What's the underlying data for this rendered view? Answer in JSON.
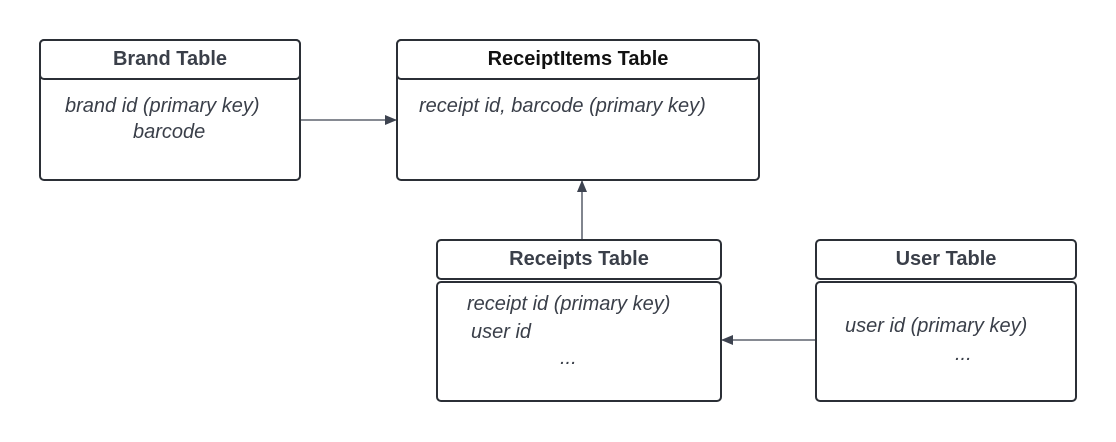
{
  "entities": {
    "brand": {
      "title": "Brand Table",
      "fields": [
        "brand id (primary key)",
        "barcode"
      ]
    },
    "receipt_items": {
      "title": "ReceiptItems Table",
      "fields": [
        "receipt id, barcode (primary key)"
      ]
    },
    "receipts": {
      "title": "Receipts Table",
      "fields": [
        "receipt id (primary key)",
        "user id",
        "..."
      ]
    },
    "user": {
      "title": "User Table",
      "fields": [
        "user id (primary key)",
        "..."
      ]
    }
  },
  "colors": {
    "border": "#2b2f36",
    "text": "#3a3f49",
    "arrow": "#3d4350"
  }
}
